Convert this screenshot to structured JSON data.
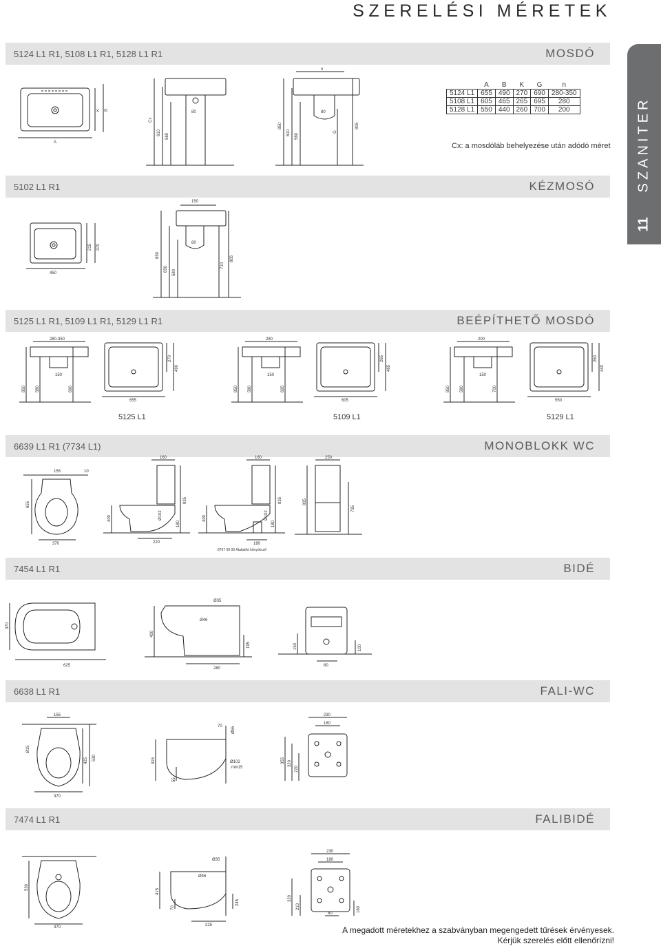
{
  "page_title": "SZERELÉSI MÉRETEK",
  "tab": {
    "label": "SZANITER",
    "number": "11"
  },
  "sections": {
    "mosdo": {
      "models": "5124 L1 R1, 5108 L1 R1, 5128 L1 R1",
      "category": "MOSDÓ"
    },
    "kezmoso": {
      "models": "5102 L1 R1",
      "category": "KÉZMOSÓ"
    },
    "beepitheto": {
      "models": "5125 L1 R1, 5109 L1 R1, 5129 L1 R1",
      "category": "BEÉPÍTHETŐ MOSDÓ",
      "sub_labels": [
        "5125 L1",
        "5109 L1",
        "5129 L1"
      ]
    },
    "monoblokk": {
      "models": "6639 L1 R1 (7734 L1)",
      "category": "MONOBLOKK WC"
    },
    "bide": {
      "models": "7454 L1 R1",
      "category": "BIDÉ"
    },
    "faliwc": {
      "models": "6638 L1 R1",
      "category": "FALI-WC"
    },
    "falibide": {
      "models": "7474 L1 R1",
      "category": "FALIBIDÉ"
    }
  },
  "dim_table": {
    "headers": [
      "A",
      "B",
      "K",
      "G",
      "n"
    ],
    "rows": [
      {
        "label": "5124 L1",
        "values": [
          "655",
          "490",
          "270",
          "690",
          "280-350"
        ]
      },
      {
        "label": "5108 L1",
        "values": [
          "605",
          "465",
          "265",
          "695",
          "280"
        ]
      },
      {
        "label": "5128 L1",
        "values": [
          "550",
          "440",
          "260",
          "700",
          "200"
        ]
      }
    ]
  },
  "cx_note": "Cx: a mosdóláb behelyezése után adódó méret",
  "monoblokk_note": "8767 00 00 Átalakító könyökcső",
  "dims": {
    "mosdo": [
      "A",
      "B",
      "K",
      "Cx",
      "610",
      "560",
      "80",
      "n",
      "850",
      "610",
      "560",
      "G",
      "805"
    ],
    "kezmoso": [
      "450",
      "215",
      "370",
      "150",
      "850",
      "650",
      "580",
      "80",
      "710",
      "805"
    ],
    "beepitheto": [
      "280-350",
      "150",
      "850",
      "580",
      "690",
      "655",
      "270",
      "490",
      "280",
      "150",
      "850",
      "580",
      "695",
      "605",
      "265",
      "465",
      "200",
      "150",
      "850",
      "580",
      "700",
      "550",
      "260",
      "440"
    ],
    "monoblokk": [
      "155",
      "10",
      "655",
      "370",
      "160",
      "400",
      "Ø102",
      "180",
      "220",
      "835",
      "160",
      "400",
      "Ø102",
      "180",
      "835",
      "180",
      "250",
      "835",
      "735"
    ],
    "bide": [
      "370",
      "625",
      "Ø35",
      "Ø46",
      "400",
      "195",
      "280",
      "150",
      "80",
      "100"
    ],
    "faliwc": [
      "155",
      "Ø15",
      "425",
      "530",
      "370",
      "70",
      "Ø55",
      "415",
      "Ø102",
      "min15",
      "55",
      "230",
      "180",
      "355",
      "320",
      "220"
    ],
    "falibide": [
      "530",
      "370",
      "Ø35",
      "Ø46",
      "415",
      "70",
      "245",
      "225",
      "230",
      "180",
      "320",
      "210",
      "80",
      "160"
    ]
  },
  "footer": {
    "line1": "A megadott méretekhez a szabványban megengedett tűrések érvényesek.",
    "line2": "Kérjük szerelés előtt ellenőrízni!"
  }
}
